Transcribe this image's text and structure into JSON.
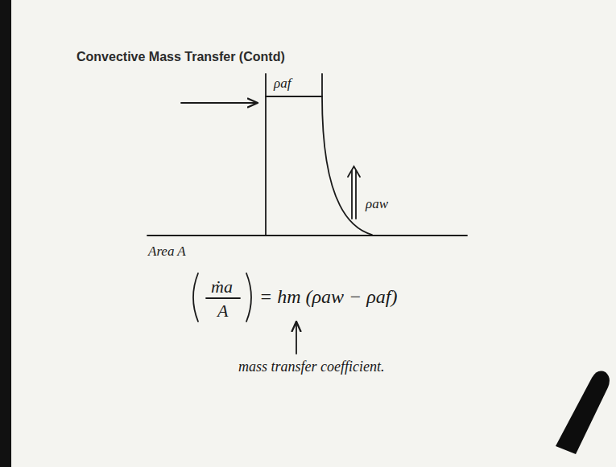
{
  "diagram": {
    "title": "Convective Mass Transfer (Contd)",
    "labels": [
      "ρaf",
      "ρaw",
      "Area A",
      "ṁa",
      "A",
      "= hm (ρaw − ρaf)",
      "mass transfer coefficient."
    ]
  }
}
